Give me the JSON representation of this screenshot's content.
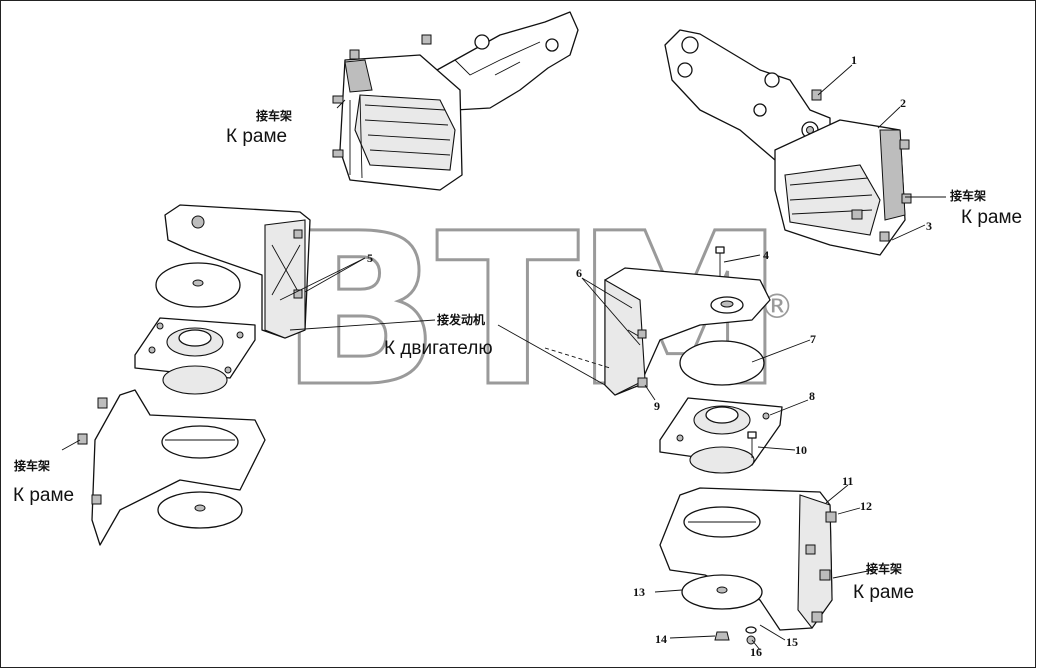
{
  "watermark": {
    "text": "BTM",
    "mark": "®"
  },
  "labels": {
    "cn_frame": "接车架",
    "ru_frame": "К раме",
    "cn_engine": "接发动机",
    "ru_engine": "К двигателю"
  },
  "callouts": [
    "1",
    "2",
    "3",
    "4",
    "5",
    "6",
    "7",
    "8",
    "9",
    "10",
    "11",
    "12",
    "13",
    "14",
    "15",
    "16"
  ]
}
